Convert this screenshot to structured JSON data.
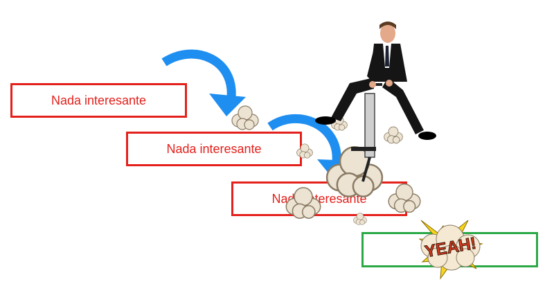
{
  "colors": {
    "red": "#e3201b",
    "green": "#2aa845",
    "arrow": "#1f8ef1",
    "smoke": "#ece3d3",
    "smoke_outline": "#8a7b63",
    "suit": "#151515",
    "skin": "#e3a98a",
    "yeah_burst": "#f5e9d4",
    "yeah_text": "#d63a1f",
    "lightning": "#f6d51f"
  },
  "steps": [
    {
      "label": "Nada interesante",
      "state": "red"
    },
    {
      "label": "Nada interesante",
      "state": "red"
    },
    {
      "label": "Nada interesante",
      "state": "red"
    },
    {
      "label": "",
      "state": "green"
    }
  ],
  "sticker": {
    "text": "YEAH!"
  },
  "icons": [
    "curved-arrow-icon",
    "smoke-puff-icon",
    "pogo-man-figure",
    "yeah-burst-icon"
  ]
}
